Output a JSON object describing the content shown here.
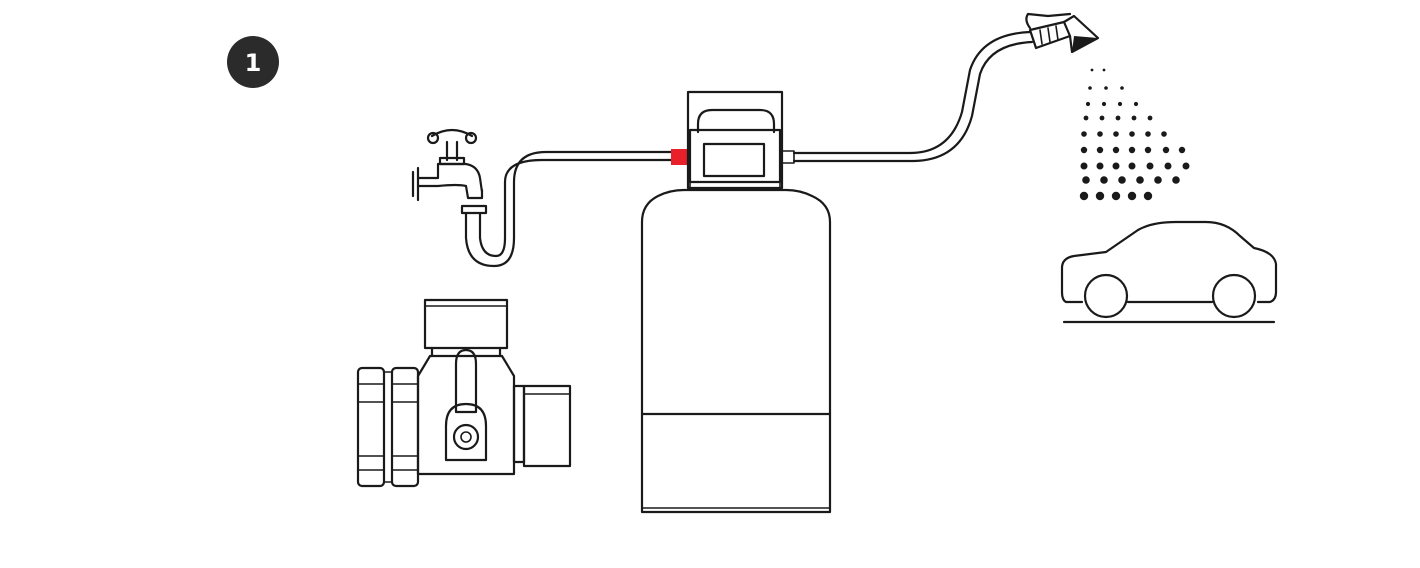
{
  "step": {
    "number": "1"
  },
  "colors": {
    "line": "#1a1a1a",
    "badge": "#2b2b2b",
    "inlet_connector": "#e8202a",
    "background": "#ffffff"
  },
  "icons": {
    "step_badge": "numbered-circle",
    "tap": "water-tap-icon",
    "hose": "garden-hose",
    "filter": "water-filter-tank",
    "ball_valve": "ball-valve-icon",
    "spray_nozzle": "spray-gun-icon",
    "water_spray": "water-spray-dots",
    "car": "car-icon"
  }
}
